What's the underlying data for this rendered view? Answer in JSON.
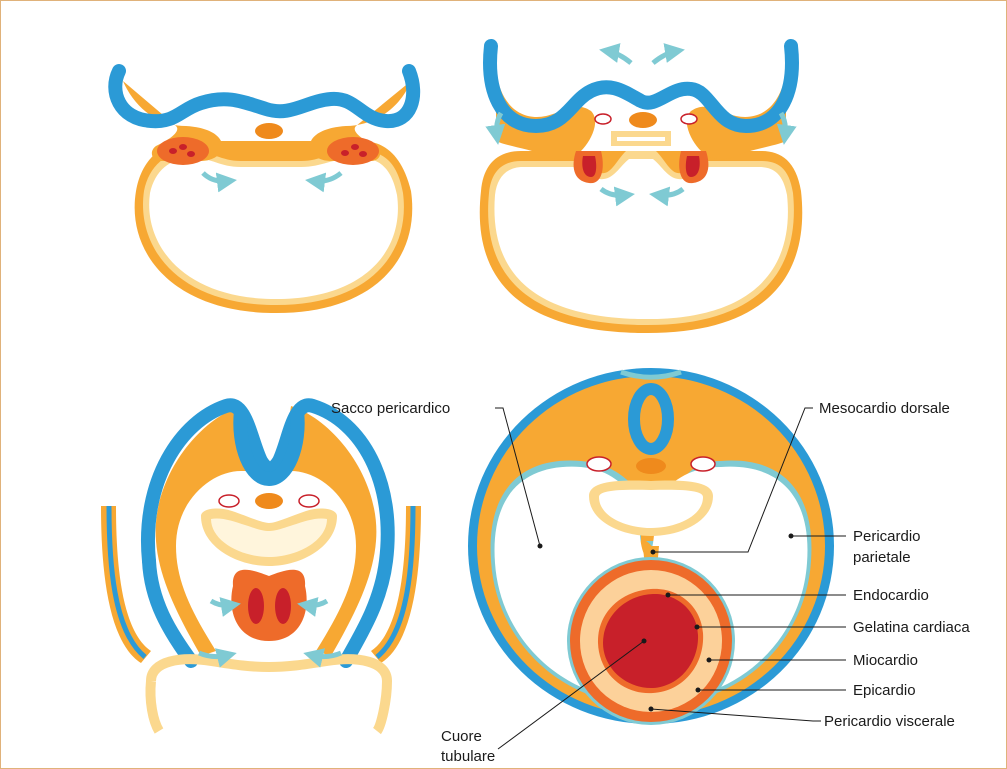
{
  "labels": {
    "sacco_pericardico": "Sacco pericardico",
    "mesocardio_dorsale": "Mesocardio dorsale",
    "pericardio_parietale_1": "Pericardio",
    "pericardio_parietale_2": "parietale",
    "endocardio": "Endocardio",
    "gelatina_cardiaca": "Gelatina cardiaca",
    "miocardio": "Miocardio",
    "epicardio": "Epicardio",
    "pericardio_viscerale": "Pericardio viscerale",
    "cuore_tubulare_1": "Cuore",
    "cuore_tubulare_2": "tubulare"
  },
  "colors": {
    "ectoderm": "#2b9ad6",
    "mesoderm": "#f7a833",
    "mesoderm_dark": "#ef8a1c",
    "endoderm": "#fbd88e",
    "endoderm_fill": "#fff5dc",
    "cardiac_red": "#c8202a",
    "cardiac_orange": "#ee6b2a",
    "gel": "#fcd19a",
    "arrow": "#7fcad3",
    "frame": "#e0b27a"
  }
}
